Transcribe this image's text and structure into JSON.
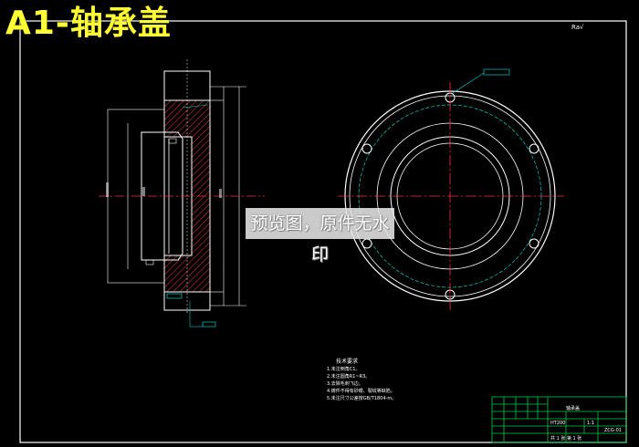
{
  "header": {
    "title": "A1-轴承盖"
  },
  "watermark": {
    "text": "预览图，原件无水印"
  },
  "roughness_symbol": {
    "text": "Ra√"
  },
  "notes": {
    "title": "技术要求",
    "lines": [
      "1.未注倒角C1。",
      "2.未注圆角R1~R3。",
      "3.去除毛刺飞边。",
      "4.铸件不得有砂眼、裂纹等缺陷。",
      "5.未注尺寸公差按GB/T1804-m。"
    ]
  },
  "title_block": {
    "part_name": "轴承盖",
    "material": "HT200",
    "drawing_no": "ZCG-01",
    "scale": "1:1",
    "sheet": "共 1 张  第 1 张"
  },
  "colors": {
    "outline": "#ffffff",
    "centerline": "#ff3333",
    "hatch": "#cc3333",
    "dimension": "#00cccc",
    "title": "#ffff33",
    "table": "#00cc44"
  }
}
